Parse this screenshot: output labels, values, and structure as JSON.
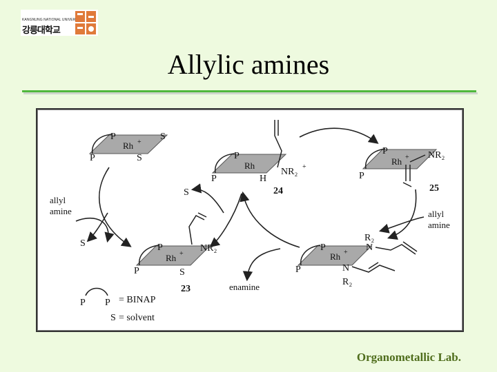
{
  "header": {
    "logo_small": "KANGNUNG NATIONAL UNIVERSITY",
    "logo_main": "강릉대학교"
  },
  "slide": {
    "title": "Allylic  amines",
    "footer": "Organometallic Lab."
  },
  "scheme": {
    "complex_tl": {
      "p1": "P",
      "p2": "P",
      "metal": "Rh",
      "charge": "+",
      "s1": "S",
      "s2": "S"
    },
    "complex_top": {
      "p1": "P",
      "p2": "P",
      "metal": "Rh",
      "h": "H",
      "nr2": "NR₂",
      "charge": "+",
      "number": "24"
    },
    "complex_tr": {
      "p1": "P",
      "p2": "P",
      "metal": "Rh",
      "charge": "+",
      "nr2": "NR₂",
      "number": "25"
    },
    "complex_bl": {
      "p1": "P",
      "p2": "P",
      "metal": "Rh",
      "charge": "+",
      "nr2": "NR₂",
      "s": "S",
      "number": "23"
    },
    "complex_br": {
      "p1": "P",
      "p2": "P",
      "metal": "Rh",
      "charge": "+",
      "n1": "N",
      "r2a": "R₂",
      "n2": "N",
      "r2b": "R₂"
    },
    "labels": {
      "allyl_amine_left_1": "allyl",
      "allyl_amine_left_2": "amine",
      "allyl_amine_right_1": "allyl",
      "allyl_amine_right_2": "amine",
      "s_left": "S",
      "s_center": "S",
      "enamine": "enamine"
    },
    "legend": {
      "p1": "P",
      "p2": "P",
      "binap": "= BINAP",
      "s": "S",
      "solvent": "= solvent"
    }
  }
}
